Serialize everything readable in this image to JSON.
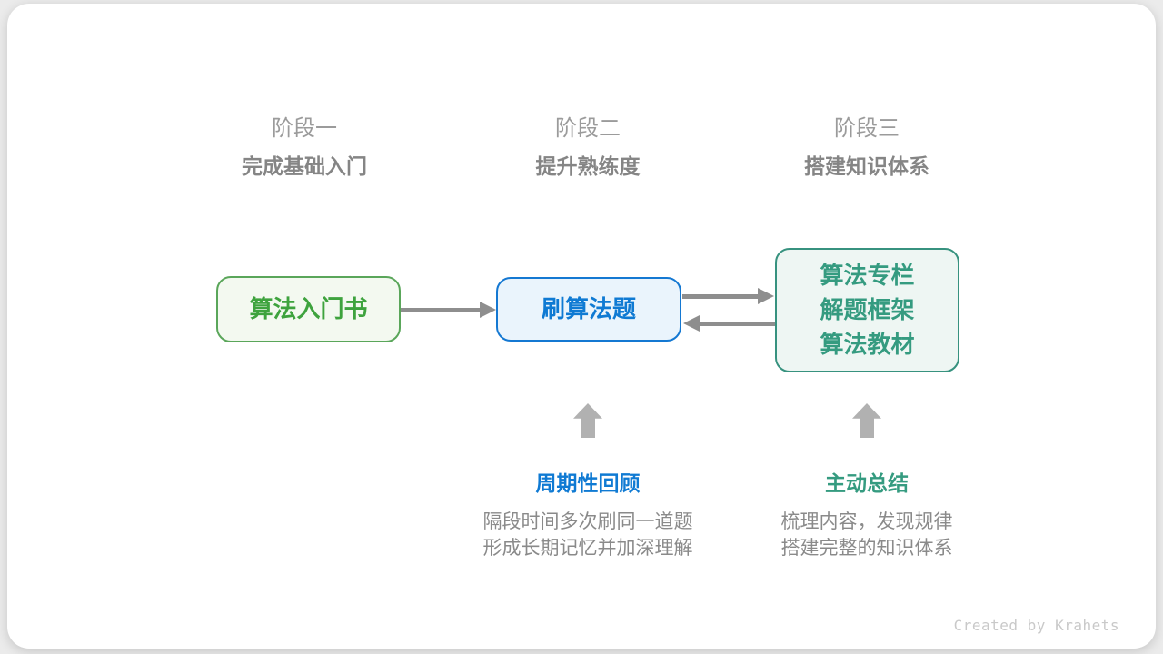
{
  "page": {
    "background_color": "#ebebeb",
    "card_background_color": "#ffffff"
  },
  "stages": [
    {
      "label": "阶段一",
      "subtitle": "完成基础入门"
    },
    {
      "label": "阶段二",
      "subtitle": "提升熟练度"
    },
    {
      "label": "阶段三",
      "subtitle": "搭建知识体系"
    }
  ],
  "nodes": [
    {
      "id": "intro-book",
      "lines": [
        "算法入门书"
      ],
      "border_color": "#5aa65a",
      "fill_color": "#f3f9f0",
      "text_color": "#3ea33e"
    },
    {
      "id": "practice-problems",
      "lines": [
        "刷算法题"
      ],
      "border_color": "#1478d2",
      "fill_color": "#eaf4fc",
      "text_color": "#0f7ad3"
    },
    {
      "id": "knowledge-resources",
      "lines": [
        "算法专栏",
        "解题框架",
        "算法教材"
      ],
      "border_color": "#37927f",
      "fill_color": "#eef6f3",
      "text_color": "#359b80"
    }
  ],
  "arrows": {
    "intro_to_practice": {
      "direction": "right",
      "color": "#8e8e8e"
    },
    "practice_to_resources": {
      "direction": "right",
      "color": "#8e8e8e"
    },
    "resources_to_practice": {
      "direction": "left",
      "color": "#8e8e8e"
    },
    "up_arrow_color": "#b1b1b1"
  },
  "annotations": [
    {
      "title": "周期性回顾",
      "title_color": "#0f7ad3",
      "lines": [
        "隔段时间多次刷同一道题",
        "形成长期记忆并加深理解"
      ]
    },
    {
      "title": "主动总结",
      "title_color": "#359b80",
      "lines": [
        "梳理内容，发现规律",
        "搭建完整的知识体系"
      ]
    }
  ],
  "footer": {
    "credit": "Created by Krahets",
    "color": "#c9c9c9"
  }
}
